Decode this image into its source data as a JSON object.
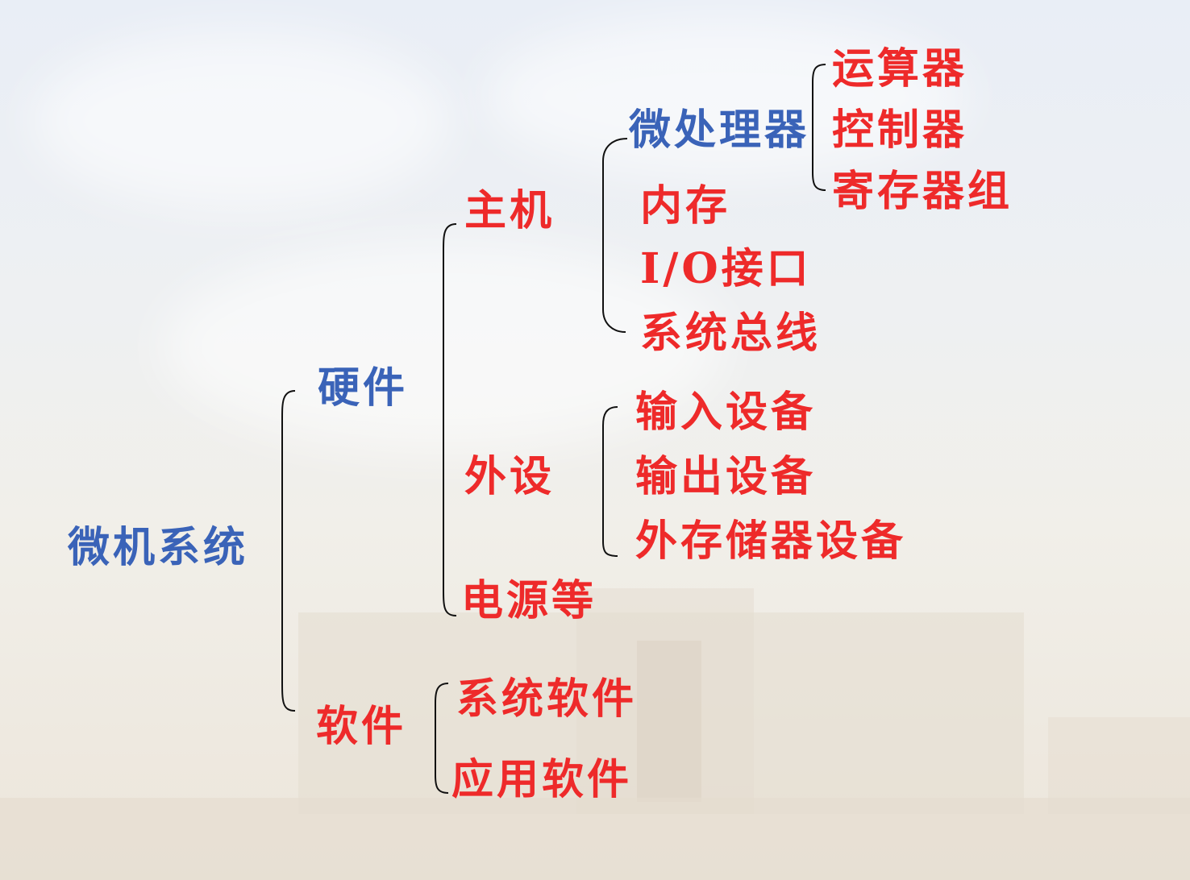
{
  "root": "微机系统",
  "hardware": {
    "label": "硬件",
    "host": {
      "label": "主机",
      "cpu": {
        "label": "微处理器",
        "children": [
          "运算器",
          "控制器",
          "寄存器组"
        ]
      },
      "children": [
        "内存",
        "I/O接口",
        "系统总线"
      ]
    },
    "peripherals": {
      "label": "外设",
      "children": [
        "输入设备",
        "输出设备",
        "外存储器设备"
      ]
    },
    "power": "电源等"
  },
  "software": {
    "label": "软件",
    "children": [
      "系统软件",
      "应用软件"
    ]
  },
  "colors": {
    "category": "#3a63b8",
    "item": "#ee2a2a",
    "brace": "#111111"
  }
}
